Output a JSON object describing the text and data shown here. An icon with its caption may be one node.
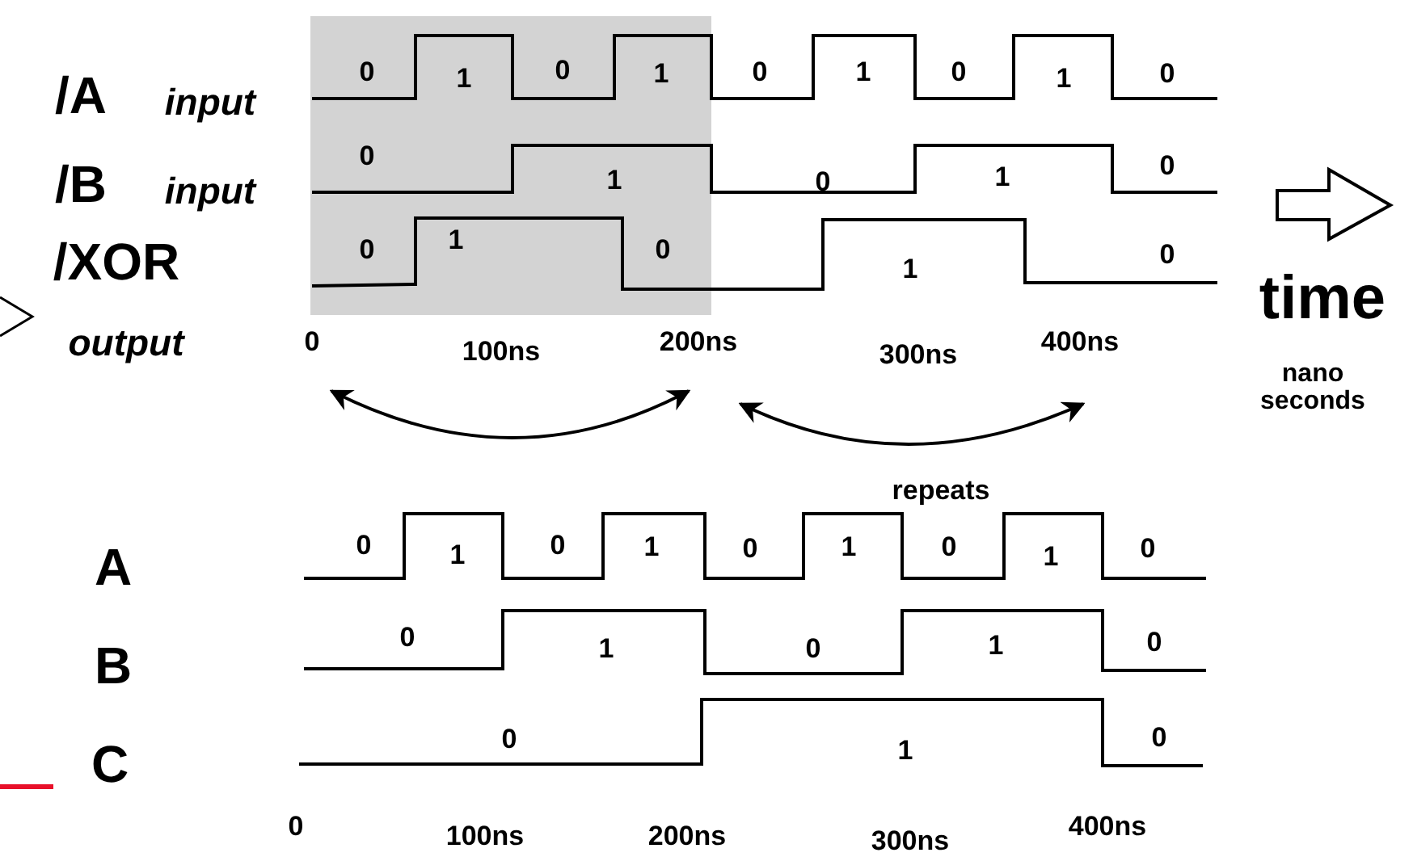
{
  "diagram": {
    "labels": [
      "/A",
      "input",
      "0",
      "1",
      "0",
      "1",
      "0",
      "1",
      "0",
      "1",
      "0",
      "/B",
      "input",
      "0",
      "1",
      "0",
      "1",
      "0",
      "/XOR",
      "0",
      "1",
      "0",
      "1",
      "0",
      "time",
      "output",
      "0",
      "100ns",
      "200ns",
      "300ns",
      "400ns",
      "nano seconds",
      "repeats",
      "A",
      "0",
      "1",
      "0",
      "1",
      "0",
      "1",
      "0",
      "1",
      "0",
      "B",
      "0",
      "1",
      "0",
      "1",
      "0",
      "C",
      "0",
      "1",
      "0",
      "0",
      "100ns",
      "200ns",
      "300ns",
      "400ns"
    ]
  }
}
